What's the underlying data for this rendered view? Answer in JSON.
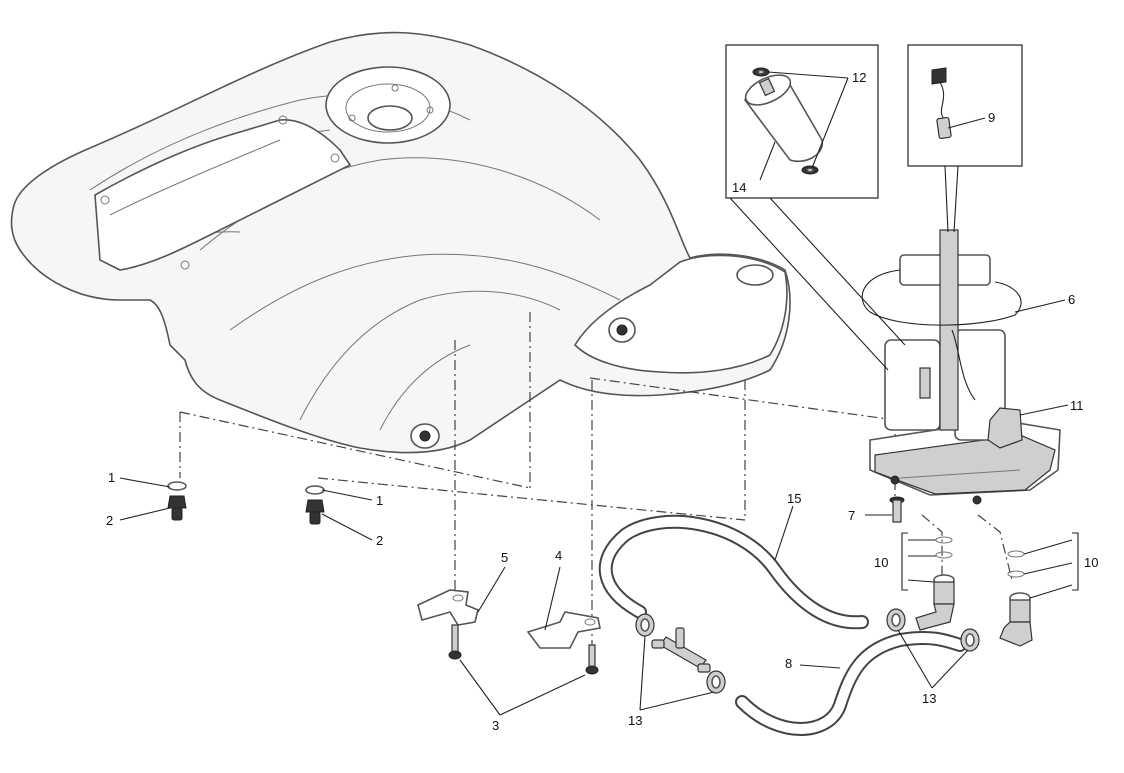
{
  "callouts": [
    {
      "id": "c1a",
      "text": "1"
    },
    {
      "id": "c2a",
      "text": "2"
    },
    {
      "id": "c1b",
      "text": "1"
    },
    {
      "id": "c2b",
      "text": "2"
    },
    {
      "id": "c3",
      "text": "3"
    },
    {
      "id": "c4",
      "text": "4"
    },
    {
      "id": "c5",
      "text": "5"
    },
    {
      "id": "c6",
      "text": "6"
    },
    {
      "id": "c7",
      "text": "7"
    },
    {
      "id": "c8",
      "text": "8"
    },
    {
      "id": "c9",
      "text": "9"
    },
    {
      "id": "c10a",
      "text": "10"
    },
    {
      "id": "c10b",
      "text": "10"
    },
    {
      "id": "c11",
      "text": "11"
    },
    {
      "id": "c12",
      "text": "12"
    },
    {
      "id": "c13a",
      "text": "13"
    },
    {
      "id": "c13b",
      "text": "13"
    },
    {
      "id": "c14",
      "text": "14"
    },
    {
      "id": "c15",
      "text": "15"
    }
  ]
}
